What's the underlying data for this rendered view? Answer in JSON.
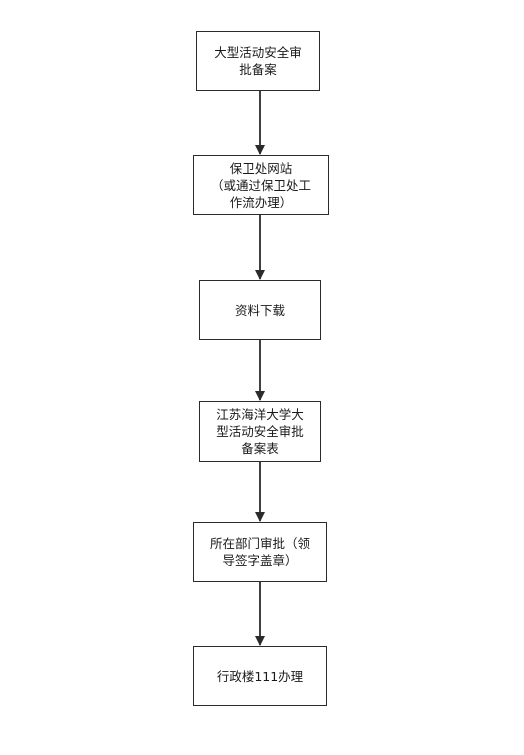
{
  "flowchart": {
    "steps": [
      {
        "id": "approval-filing",
        "lines": [
          "大型活动安全审",
          "批备案"
        ]
      },
      {
        "id": "security-website",
        "lines": [
          "保卫处网站",
          "（或通过保卫处工",
          "作流办理）"
        ]
      },
      {
        "id": "download-materials",
        "lines": [
          "资料下载"
        ]
      },
      {
        "id": "filing-form",
        "lines": [
          "江苏海洋大学大",
          "型活动安全审批",
          "备案表"
        ]
      },
      {
        "id": "department-approval",
        "lines": [
          "所在部门审批（领",
          "导签字盖章）"
        ]
      },
      {
        "id": "office-building",
        "lines": [
          "行政楼111办理"
        ]
      }
    ],
    "edges": [
      {
        "from": "approval-filing",
        "to": "security-website"
      },
      {
        "from": "security-website",
        "to": "download-materials"
      },
      {
        "from": "download-materials",
        "to": "filing-form"
      },
      {
        "from": "filing-form",
        "to": "department-approval"
      },
      {
        "from": "department-approval",
        "to": "office-building"
      }
    ],
    "colors": {
      "stroke": "#2b2b2b",
      "text": "#1a1a1a",
      "background": "#ffffff"
    }
  }
}
